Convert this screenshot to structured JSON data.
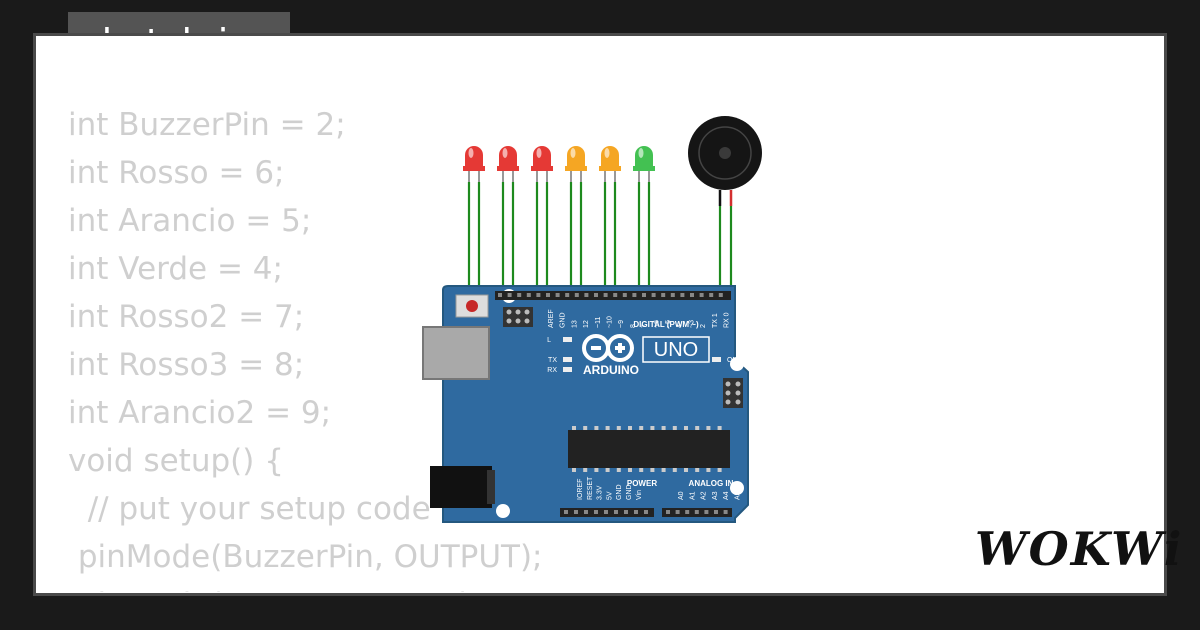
{
  "tab": {
    "title": "sketch.ino"
  },
  "code_lines": [
    "int BuzzerPin = 2;",
    "int Rosso = 6;",
    "int Arancio = 5;",
    "int Verde = 4;",
    "int Rosso2 = 7;",
    "int Rosso3 = 8;",
    "int Arancio2 = 9;",
    "void setup() {",
    "  // put your setup code here",
    " pinMode(BuzzerPin, OUTPUT);",
    " pinMode(Rosso, OUTPUT);"
  ],
  "board": {
    "logo_text": "ARDUINO",
    "model": "UNO",
    "digital_label": "DIGITAL (PWM ~)",
    "power_label": "POWER",
    "analog_label": "ANALOG IN",
    "on_label": "ON",
    "l_label": "L",
    "tx_label": "TX",
    "rx_label": "RX",
    "top_pins": [
      "AREF",
      "GND",
      "13",
      "12",
      "~11",
      "~10",
      "~9",
      "8",
      "7",
      "~6",
      "~5",
      "4",
      "~3",
      "2",
      "TX 1",
      "RX 0"
    ],
    "power_pins": [
      "IOREF",
      "RESET",
      "3.3V",
      "5V",
      "GND",
      "GND",
      "Vin"
    ],
    "analog_pins": [
      "A0",
      "A1",
      "A2",
      "A3",
      "A4",
      "A5"
    ]
  },
  "leds": [
    {
      "color": "red"
    },
    {
      "color": "red"
    },
    {
      "color": "red"
    },
    {
      "color": "orange"
    },
    {
      "color": "orange"
    },
    {
      "color": "green"
    }
  ],
  "colors": {
    "red": "#e53935",
    "orange": "#f5a623",
    "green": "#43c152",
    "wire": "#1e8a1e",
    "board": "#2f6aa0"
  },
  "brand": {
    "name": "WOKWi"
  }
}
